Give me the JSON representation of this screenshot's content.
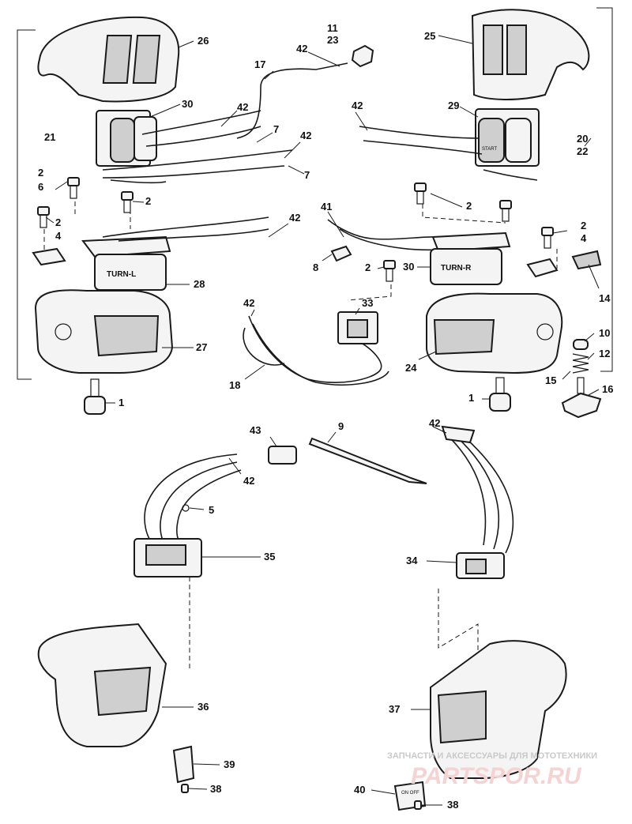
{
  "callouts": {
    "c26": "26",
    "c25": "25",
    "c11": "11",
    "c23": "23",
    "c17": "17",
    "c42a": "42",
    "c30a": "30",
    "c42b": "42",
    "c7a": "7",
    "c42c": "42",
    "c7b": "7",
    "c21": "21",
    "c2a": "2",
    "c6": "6",
    "c2b": "2",
    "c2c": "2",
    "c4a": "4",
    "c42d": "42",
    "c28": "28",
    "c27": "27",
    "c1a": "1",
    "c42e": "42",
    "c29": "29",
    "c20": "20",
    "c22": "22",
    "c2d": "2",
    "c41": "41",
    "c2e": "2",
    "c4b": "4",
    "c8": "8",
    "c2f": "2",
    "c30b": "30",
    "c14": "14",
    "c42f": "42",
    "c33": "33",
    "c18": "18",
    "c24": "24",
    "c10": "10",
    "c12": "12",
    "c15": "15",
    "c1b": "1",
    "c16": "16",
    "c9": "9",
    "c43": "43",
    "c42g": "42",
    "c42h": "42",
    "c5": "5",
    "c35": "35",
    "c34": "34",
    "c36": "36",
    "c37": "37",
    "c39": "39",
    "c38a": "38",
    "c40": "40",
    "c38b": "38"
  },
  "switch_labels": {
    "turn_left": "TURN-L",
    "turn_right": "TURN-R",
    "start": "START"
  },
  "watermark": {
    "tagline": "ЗАПЧАСТИ И АКСЕССУАРЫ ДЛЯ МОТОТЕХНИКИ",
    "brand": "PARTSPOR.RU"
  }
}
